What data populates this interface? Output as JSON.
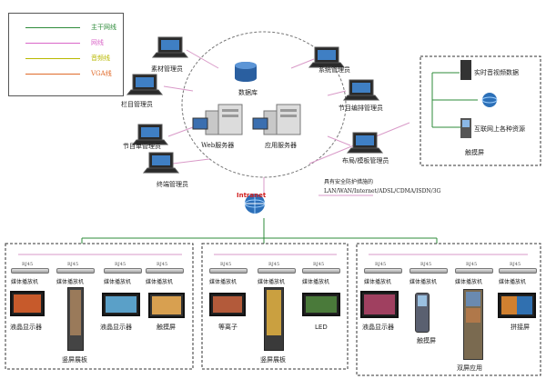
{
  "legend": {
    "items": [
      {
        "label": "主干网线",
        "color": "#2e8b3a"
      },
      {
        "label": "网线",
        "color": "#d966c8"
      },
      {
        "label": "音频线",
        "color": "#b8b800"
      },
      {
        "label": "VGA线",
        "color": "#e06a2a"
      }
    ]
  },
  "center": {
    "database": "数据库",
    "web_server": "Web服务器",
    "app_server": "应用服务器"
  },
  "admins": {
    "material": "素材管理员",
    "column": "栏目管理员",
    "program_list": "节目单管理员",
    "terminal": "终端管理员",
    "system": "系统管理员",
    "program_edit": "节目编排管理员",
    "layout": "布局/模板管理员"
  },
  "external": {
    "realtime": "实时音视频数据",
    "internet": "互联网上各种资源",
    "touch": "触摸屏"
  },
  "network": {
    "intranet": "Intranet",
    "security_line1": "具有安全防护措施的",
    "security_line2": "LAN/WAN/Internet/ADSL/CDMA/ISDN/3G"
  },
  "port_label": "RJ45",
  "player_label": "媒体播放机",
  "devices": {
    "g1": [
      "液晶显示器",
      "竖屏展板",
      "液晶显示器",
      "触摸屏"
    ],
    "g2": [
      "等离子",
      "竖屏展板",
      "LED"
    ],
    "g3": [
      "液晶显示器",
      "触摸屏",
      "双屏应用",
      "拼接屏"
    ]
  }
}
